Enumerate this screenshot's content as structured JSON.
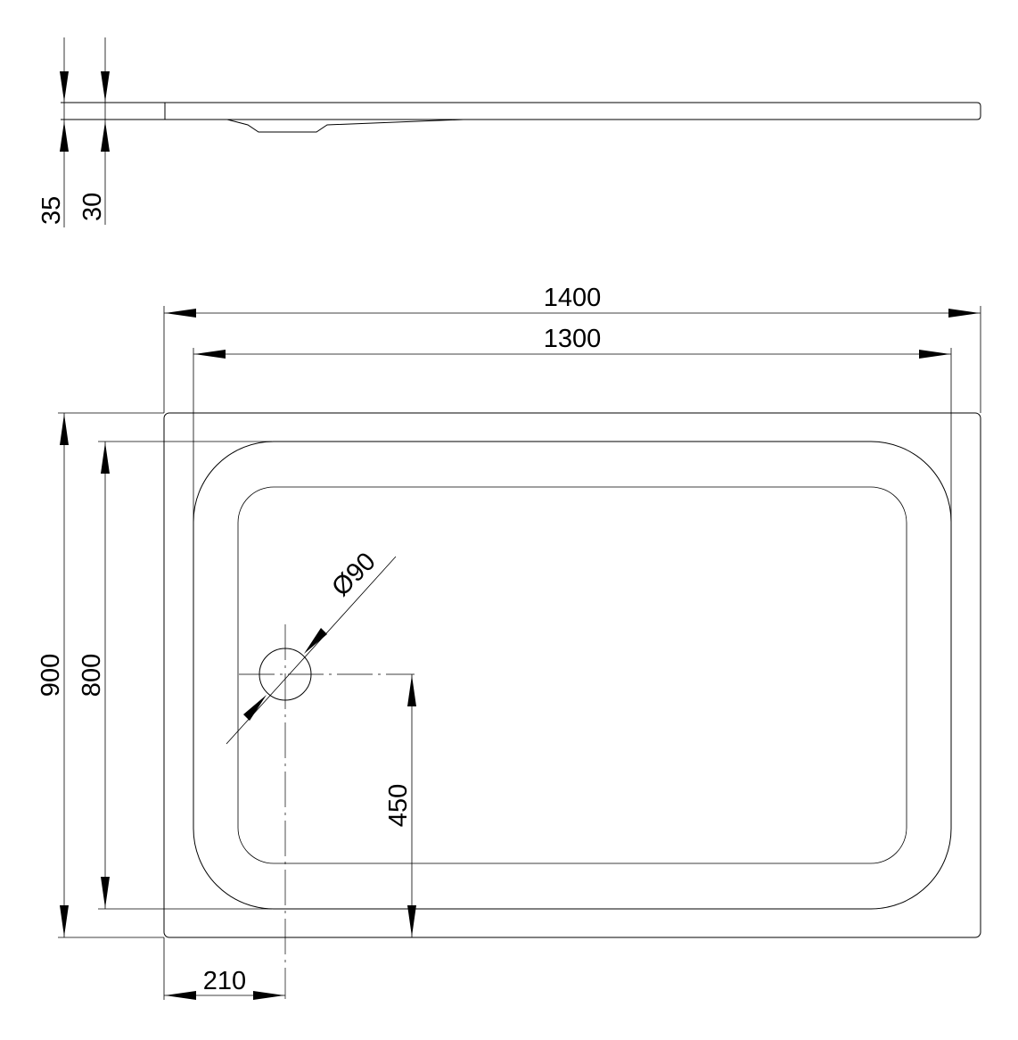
{
  "drawing": {
    "side_view": {
      "overall_height": "35",
      "inner_height": "30"
    },
    "top_view": {
      "outer_width": "1400",
      "inner_width": "1300",
      "outer_depth": "900",
      "inner_depth": "800",
      "drain_diameter": "Ø90",
      "drain_offset_x": "210",
      "drain_offset_y": "450"
    }
  },
  "colors": {
    "line": "#000000",
    "background": "#ffffff"
  }
}
